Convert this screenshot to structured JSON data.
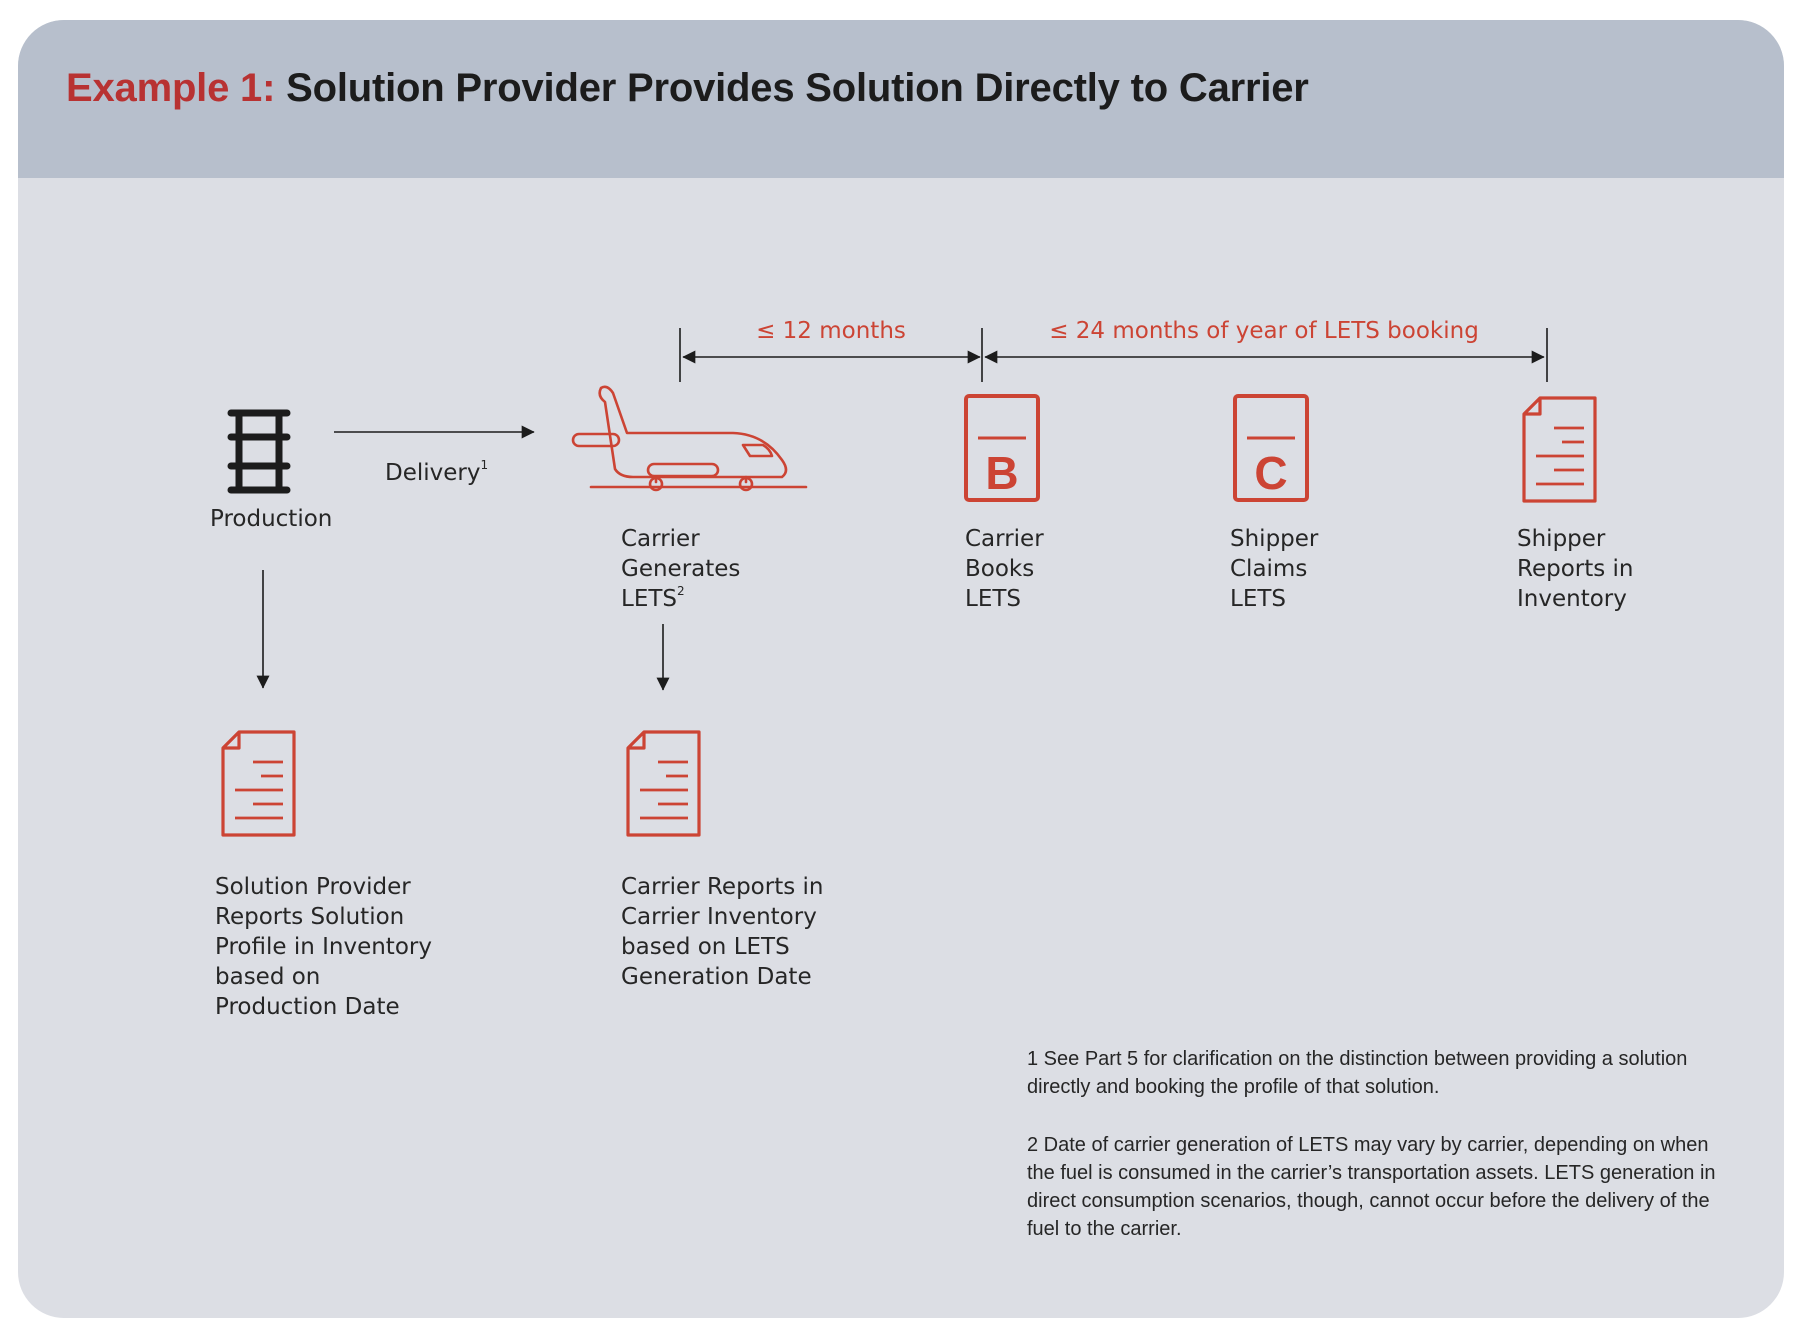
{
  "title": {
    "prefix": "Example 1:",
    "text": "Solution Provider Provides Solution Directly to Carrier"
  },
  "timeline": {
    "span1": "≤ 12 months",
    "span2": "≤ 24 months of year of LETS booking"
  },
  "nodes": {
    "production": {
      "label": "Production",
      "icon": "fuel-barrel-icon"
    },
    "delivery": {
      "label": "Delivery",
      "footnote_ref": "1"
    },
    "carrier_generates": {
      "lines": [
        "Carrier",
        "Generates",
        "LETS"
      ],
      "footnote_ref": "2",
      "icon": "airplane-icon"
    },
    "carrier_books": {
      "lines": [
        "Carrier",
        "Books",
        "LETS"
      ],
      "letter": "B",
      "icon": "booking-document-icon"
    },
    "shipper_claims": {
      "lines": [
        "Shipper",
        "Claims",
        "LETS"
      ],
      "letter": "C",
      "icon": "claim-document-icon"
    },
    "shipper_reports": {
      "lines": [
        "Shipper",
        "Reports in",
        "Inventory"
      ],
      "icon": "report-document-icon"
    },
    "solution_provider_reports": {
      "lines": [
        "Solution Provider",
        "Reports Solution",
        "Profile in Inventory",
        "based on",
        "Production Date"
      ],
      "icon": "report-document-icon"
    },
    "carrier_reports": {
      "lines": [
        "Carrier Reports in",
        "Carrier Inventory",
        "based on LETS",
        "Generation Date"
      ],
      "icon": "report-document-icon"
    }
  },
  "footnotes": [
    "1 See Part 5 for clarification on the distinction between providing a solution directly and booking the profile of that solution.",
    "2 Date of carrier generation of LETS may vary by carrier, depending on when the fuel is consumed in the carrier’s transportation assets. LETS generation in direct consumption scenarios, though, cannot occur before the delivery of the fuel to the carrier."
  ],
  "colors": {
    "accent": "#cc4434",
    "title_accent": "#b83232",
    "header_band": "#b7bfcc",
    "card_background": "#dcdee4",
    "ink": "#1c1c1c"
  }
}
